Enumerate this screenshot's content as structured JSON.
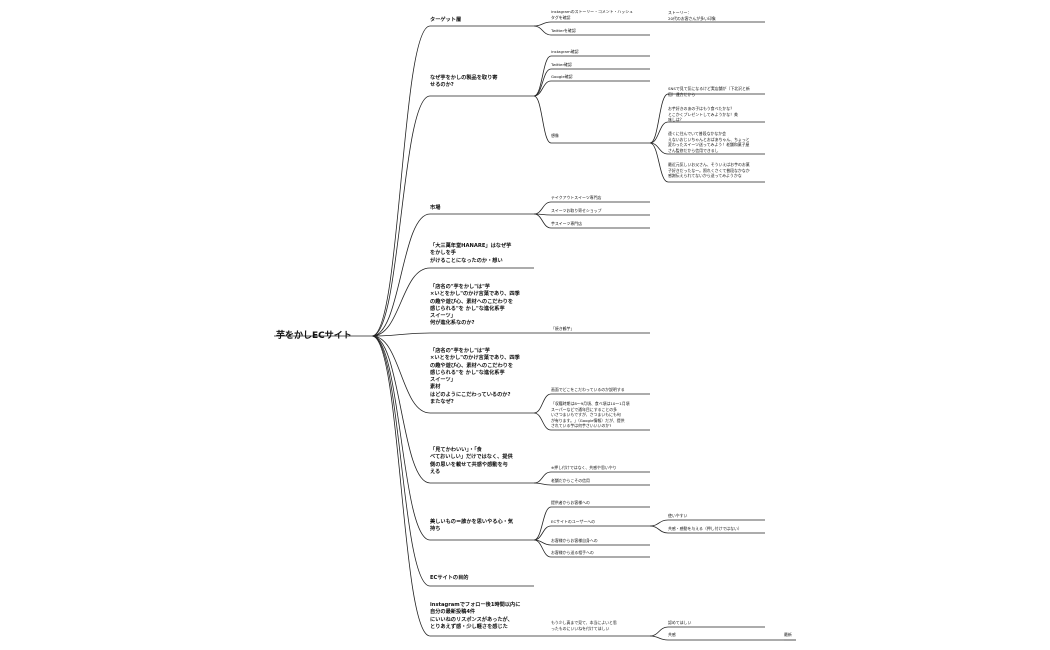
{
  "root": "芋をかしECサイト",
  "branches": [
    {
      "label": "ターゲット層",
      "children": [
        {
          "label": "instagramのストーリー・コメント・ハッシュ\nタグを確認",
          "children": [
            {
              "label": "ストーリー：\n20代のお客さんが多い印象"
            }
          ]
        },
        {
          "label": "Twitterを確認"
        }
      ]
    },
    {
      "label": "なぜ芋をかしの製品を取り寄\nせるのか?",
      "children": [
        {
          "label": "instagram確認"
        },
        {
          "label": "Twitter確認"
        },
        {
          "label": "Google確認"
        },
        {
          "label": "想像",
          "children": [
            {
              "label": "SNSで見て気になるけど実店舗が（下北沢と新\n宿）遠方だから"
            },
            {
              "label": "お芋好きのあの子はもう食べたかな？\nとこかくプレゼントしてみようかな！美\n味しは？"
            },
            {
              "label": "遠くに住んでいて普段なかなか会\nえないおじいちゃんとおばあちゃん、ちょっと\n変わったスイーツ送ってみよう！老舗和菓子屋\nさん監修だから信用できるし"
            },
            {
              "label": "最近元気しいお父さん、そういえばお芋のお菓\n子好きだったな〜。照れくさくて普段なかなか\n感謝伝えられてないから送ってみようかな"
            }
          ]
        }
      ]
    },
    {
      "label": "市場",
      "children": [
        {
          "label": "テイクアウトスイーツ専門店"
        },
        {
          "label": "スイーツお取り寄せショップ"
        },
        {
          "label": "芋スイーツ専門店"
        }
      ]
    },
    {
      "label": "「大三萬年堂HANARE」はなぜ芋\nをかしを手\nがけることになったのか・想い"
    },
    {
      "label": "「店名の\"芋をかし\"は\"芋\n×いとをかし\"のかけ言葉であり、四季\nの趣や遊び心、素材へのこだわりを\n感じられる\"を かし\"な進化系芋\nスイーツ」\n何が進化系なのか?",
      "children": [
        {
          "label": "「焼き鶴芋」"
        }
      ]
    },
    {
      "label": "「店名の\"芋をかし\"は\"芋\n×いとをかし\"のかけ言葉であり、四季\nの趣や遊び心、素材へのこだわりを\n感じられる\"を かし\"な進化系芋\nスイーツ」\n素材\nはどのようにこだわっているのか?\nまたなぜ?",
      "children": [
        {
          "label": "画面でどこをこだわっているのか説明する"
        },
        {
          "label": "「収穫時期は8〜9月頃、食べ頃は10〜1月頃\nスーパーなどで通年目にすることの多\nいさつまいもですが、さつまいもにも旬\nが有ります。」（Google情報）だが、提供\nされている芋は何芋さいいいのか?"
        }
      ]
    },
    {
      "label": "「見てかわいい」・「食\nべておいしい」だけではなく、提供\n側の思いを載せて共感や感動を与\nえる",
      "children": [
        {
          "label": "※押し付けではなく、共感や思いやり"
        },
        {
          "label": "老舗だからこその信用"
        }
      ]
    },
    {
      "label": "美しいもの＝誰かを思いやる心・気\n持ち",
      "children": [
        {
          "label": "提供者からお客様への"
        },
        {
          "label": "ECサイトのユーザーへの",
          "children": [
            {
              "label": "使いやすい"
            },
            {
              "label": "共感・感動を与える（押し付けではない）"
            }
          ]
        },
        {
          "label": "お客様からお客様自身への"
        },
        {
          "label": "お客様から送る相手への"
        }
      ]
    },
    {
      "label": "ECサイトの目的"
    },
    {
      "label": "instagramでフォロー後1時間以内に\n自分の最新投稿4件\nにいいねのリスポンスがあったが、\nとりあえず感・少し軽さを感じた",
      "children": [
        {
          "label": "もう少し真まで見て、本当によいと思\nったものにいいねを付けてほしい",
          "children": [
            {
              "label": "認めてほしい"
            },
            {
              "label": "共感"
            }
          ]
        }
      ]
    }
  ],
  "extra_node": "最新"
}
